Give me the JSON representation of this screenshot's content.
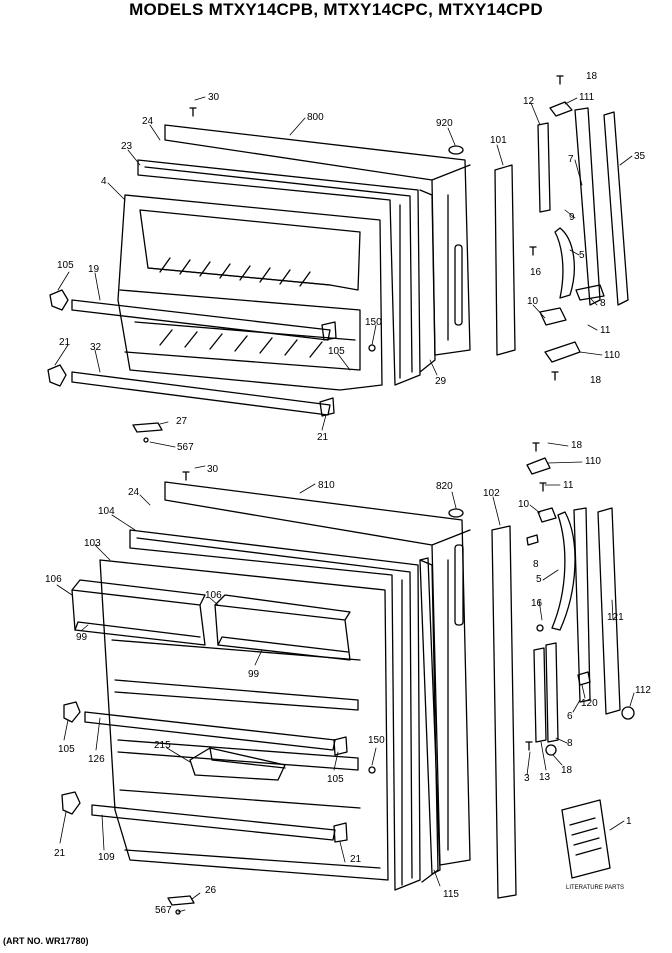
{
  "title": "MODELS MTXY14CPB, MTXY14CPC, MTXY14CPD",
  "art_number": "(ART NO. WR17780)",
  "booklet_label": "LITERATURE PARTS",
  "freezer_door_labels": [
    "30",
    "800",
    "920",
    "24",
    "23",
    "4",
    "101",
    "12",
    "111",
    "18",
    "7",
    "35",
    "9",
    "5",
    "16",
    "105",
    "19",
    "150",
    "105",
    "10",
    "8",
    "11",
    "21",
    "32",
    "29",
    "110",
    "18",
    "27",
    "567",
    "21"
  ],
  "fresh_food_door_labels": [
    "30",
    "810",
    "820",
    "24",
    "104",
    "103",
    "102",
    "106",
    "106",
    "99",
    "99",
    "105",
    "126",
    "215",
    "105",
    "150",
    "21",
    "109",
    "21",
    "26",
    "567",
    "115",
    "18",
    "110",
    "11",
    "10",
    "16",
    "8",
    "5",
    "121",
    "120",
    "6",
    "112",
    "3",
    "13",
    "18",
    "8",
    "1"
  ]
}
